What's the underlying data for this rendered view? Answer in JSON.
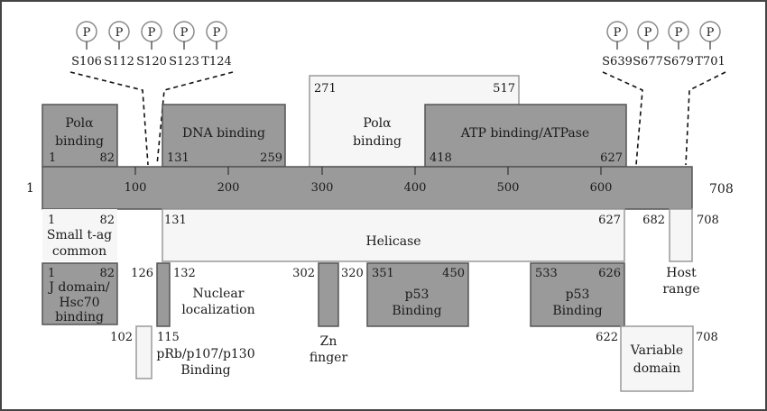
{
  "protein": {
    "start_label": "1",
    "end_label": "708",
    "ticks": [
      "100",
      "200",
      "300",
      "400",
      "500",
      "600"
    ]
  },
  "phospho": {
    "symbol": "P",
    "left_sites": [
      "S106",
      "S112",
      "S120",
      "S123",
      "T124"
    ],
    "right_sites": [
      "S639",
      "S677",
      "S679",
      "T701"
    ]
  },
  "upper_domains": {
    "pola_left": {
      "line1": "Polα",
      "line2": "binding",
      "start": "1",
      "end": "82"
    },
    "dna_binding": {
      "label": "DNA binding",
      "start": "131",
      "end": "259"
    },
    "pola_mid": {
      "line1": "Polα",
      "line2": "binding",
      "start": "271",
      "end": "517"
    },
    "atp_binding": {
      "label": "ATP binding/ATPase",
      "start": "418",
      "end": "627"
    }
  },
  "lower_domains": {
    "small_t": {
      "line1": "Small t-ag",
      "line2": "common",
      "start": "1",
      "end": "82"
    },
    "helicase": {
      "label": "Helicase",
      "start": "131",
      "end": "627"
    },
    "host_range": {
      "line1": "Host",
      "line2": "range",
      "start": "682",
      "end": "708"
    },
    "j_domain": {
      "line1": "J domain/",
      "line2": "Hsc70",
      "line3": "binding",
      "start": "1",
      "end": "82"
    },
    "nuclear": {
      "line1": "Nuclear",
      "line2": "localization",
      "start": "126",
      "end": "132"
    },
    "zn_finger": {
      "line1": "Zn",
      "line2": "finger",
      "start": "302",
      "end": "320"
    },
    "p53_a": {
      "line1": "p53",
      "line2": "Binding",
      "start": "351",
      "end": "450"
    },
    "p53_b": {
      "line1": "p53",
      "line2": "Binding",
      "start": "533",
      "end": "626"
    },
    "prb": {
      "line1": "pRb/p107/p130",
      "line2": "Binding",
      "start": "102",
      "end": "115"
    },
    "variable": {
      "line1": "Variable",
      "line2": "domain",
      "start": "622",
      "end": "708"
    }
  },
  "colors": {
    "dark_fill": "#9a9a9a",
    "light_fill": "#f6f6f6",
    "stroke": "#555555",
    "circle_stroke": "#8a8a8a"
  }
}
